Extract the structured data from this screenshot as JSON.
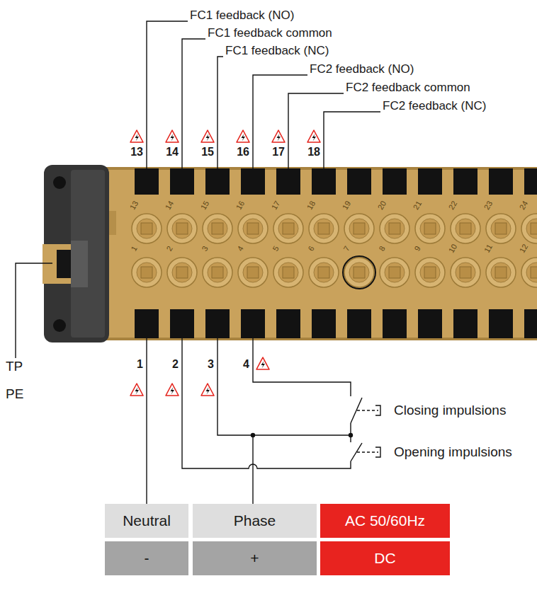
{
  "diagram": {
    "nodes": [
      {
        "text": [
          "Neutral"
        ]
      },
      {
        "text": [
          "Phase"
        ]
      },
      {
        "text": [
          "AC 50/60Hz"
        ]
      },
      {
        "text": [
          "-"
        ]
      },
      {
        "text": [
          "+"
        ]
      },
      {
        "text": [
          "DC"
        ]
      }
    ],
    "labels": [
      "FC1 feedback (NO)",
      "FC1 feedback common",
      "FC1 feedback (NC)",
      "FC2 feedback (NO)",
      "FC2 feedback common",
      "FC2 feedback (NC)",
      "13",
      "14",
      "15",
      "16",
      "17",
      "18",
      "13",
      "14",
      "15",
      "16",
      "17",
      "18",
      "19",
      "20",
      "21",
      "22",
      "23",
      "24",
      "1",
      "2",
      "3",
      "4",
      "5",
      "6",
      "7",
      "8",
      "9",
      "10",
      "11",
      "12",
      "TP",
      "PE",
      "1",
      "2",
      "3",
      "4",
      "Closing impulsions",
      "Opening impulsions"
    ]
  }
}
